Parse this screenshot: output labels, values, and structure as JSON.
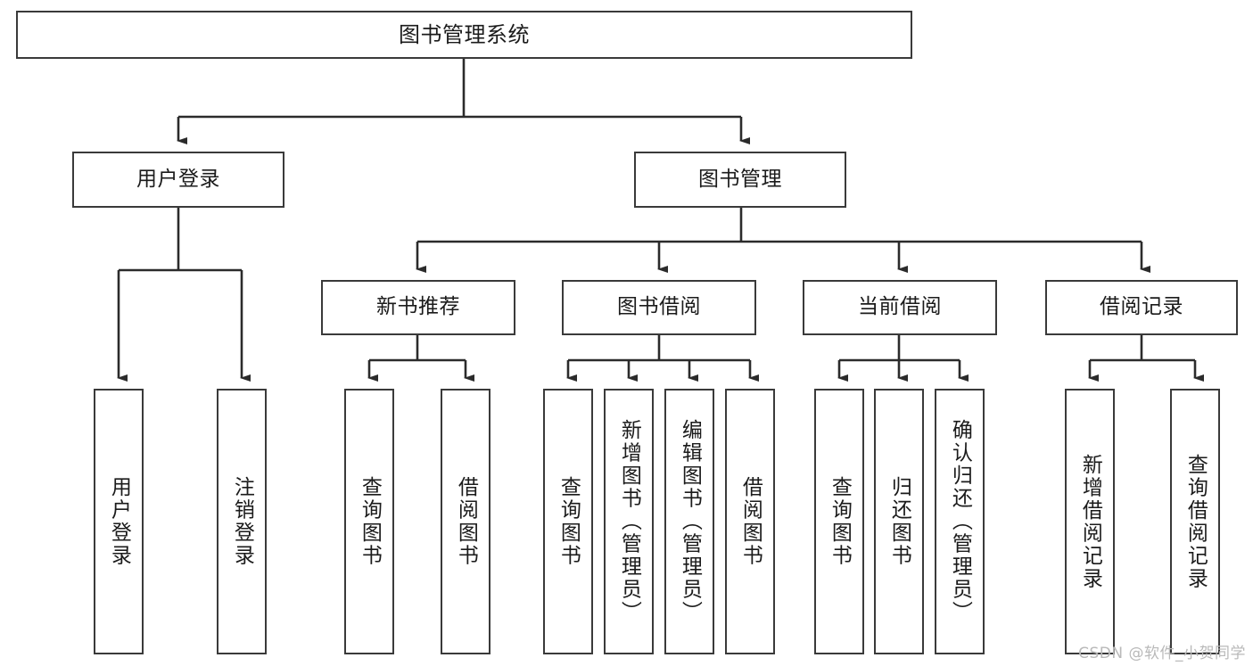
{
  "diagram": {
    "title": "图书管理系统",
    "watermark": "CSDN @软件_小贺同学",
    "colors": {
      "box_border": "#3a3a3a",
      "box_fill": "#ffffff",
      "line": "#2b2b2b",
      "text": "#1b1b1b",
      "watermark": "#b9b9b9",
      "background": "#ffffff"
    },
    "levels": {
      "root": {
        "label": "图书管理系统"
      },
      "level2": [
        {
          "label": "用户登录"
        },
        {
          "label": "图书管理"
        }
      ],
      "level3": [
        {
          "label": "新书推荐"
        },
        {
          "label": "图书借阅"
        },
        {
          "label": "当前借阅"
        },
        {
          "label": "借阅记录"
        }
      ],
      "leaves": {
        "user_login": [
          {
            "label": "用户登录"
          },
          {
            "label": "注销登录"
          }
        ],
        "new_book_recommend": [
          {
            "label": "查询图书"
          },
          {
            "label": "借阅图书"
          }
        ],
        "book_borrow": [
          {
            "label": "查询图书"
          },
          {
            "label": "新增图书（管理员）"
          },
          {
            "label": "编辑图书（管理员）"
          },
          {
            "label": "借阅图书"
          }
        ],
        "current_borrow": [
          {
            "label": "查询图书"
          },
          {
            "label": "归还图书"
          },
          {
            "label": "确认归还（管理员）"
          }
        ],
        "borrow_record": [
          {
            "label": "新增借阅记录"
          },
          {
            "label": "查询借阅记录"
          }
        ]
      }
    }
  }
}
